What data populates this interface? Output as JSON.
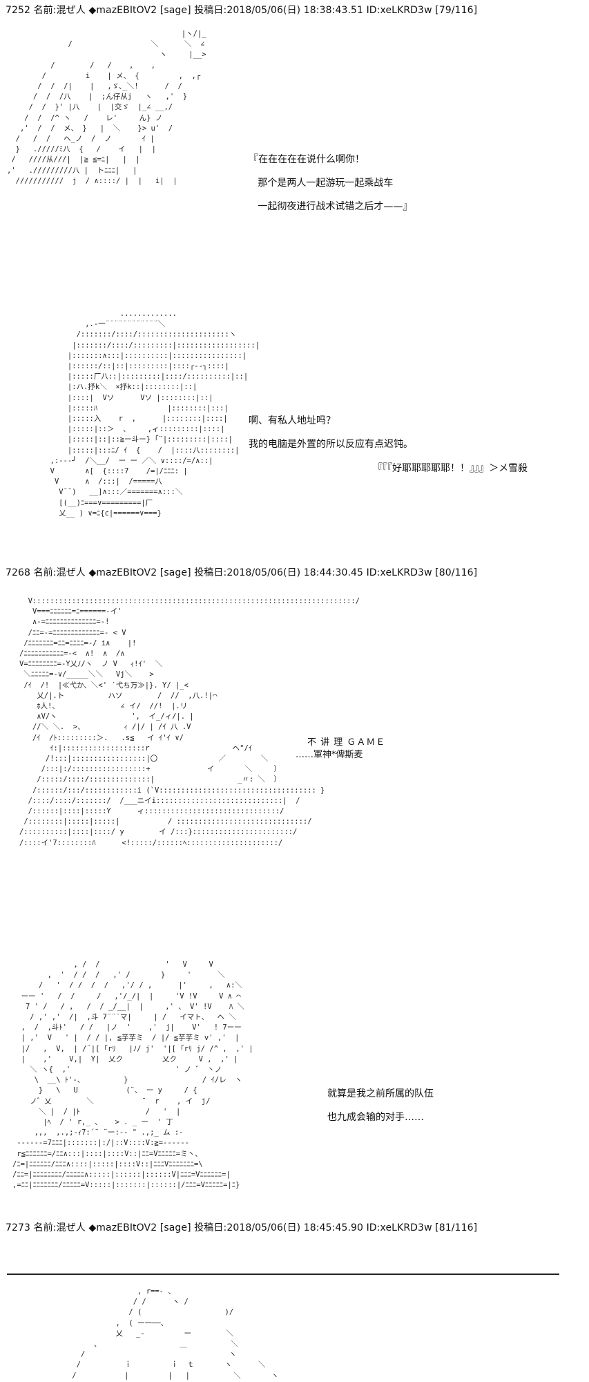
{
  "posts": [
    {
      "header": "7252 名前:混ぜ人 ◆mazEBItOV2 [sage] 投稿日:2018/05/06(日) 18:38:43.51 ID:xeLKRD3w [79/116]"
    },
    {
      "header": "7268 名前:混ぜ人 ◆mazEBItOV2 [sage] 投稿日:2018/05/06(日) 18:44:30.45 ID:xeLKRD3w [80/116]"
    },
    {
      "header": "7273 名前:混ぜ人 ◆mazEBItOV2 [sage] 投稿日:2018/05/06(日) 18:45:45.90 ID:xeLKRD3w [81/116]"
    }
  ],
  "dialogue": {
    "panel1": "『在在在在在说什么啊你！\n   那个是两人一起游玩一起乘战车\n   一起彻夜进行战术试错之后才——』",
    "panel2a": "啊、有私人地址吗？",
    "panel2b": "我的电脑是外置的所以反应有点迟钝。",
    "panel2c": "『『『好耶耶耶耶耶！！』』』＞メ雪殺",
    "panel3a": "不 讲 理 ＧＡＭＥ",
    "panel3b": "……軍神*俾斯麦",
    "panel4a": "就算是我之前所属的队伍",
    "panel4b": "也九成会输的对手……"
  },
  "ascii": {
    "a1": "                                        |ヽ/|_\n              /                  ＼      ＼  ∠\n                                   ヽ     |__>\n          /        /   /    ,    ,\n        /         i    | メ、 {         ,  ,┌\n       /  /  /|    |   ,ゞ､_＼!      /  /\n      /  /  /八    |  ;ん仔从j   ヽ   ,'  }\n     /  /  }' |八    |  |交ゞ  |_∠ __,/\n    /  /  /^ ヽ   /    レ'     ん} ノ\n   ,'  /  /  メ、 }   |  ＼    }> u'  /\n  /   /  /   ヘ_ノ  /  ノ       ｲ |\n  }   ./////ﾐ八  {   /    イ   |  |\n /   ////从///|  |≧ ≦=ﾆ|   |  |\n,'   ./////////八 |  トﾆﾆﾆ|   |\n  ///////////  j  / ∧::::/ |  |   i|  |",
    "a2": "                  .............\n          ,.-一¨¨¨¨¨¨¨¨¨¨¨¨＼\n        /:::::::/::::/:::::::::::::::::::::ヽ\n       |:::::::/::::/:::::::::|::::::::::::::::::|\n      |:::::::∧:::|::::::::::|::::::::::::::::|\n      |::::::/::|::|:::::::::|::::┌‐‐┐::::|\n      |:::::厂八::|:::::::::|::::/::::::::::|::|\n      |:ハ.抒k＼  ×抒k::|::::::::|::|\n      |::::|  Vソ      Vソ |::::::::|::|\n      |:::::ﾊ                |::::::::|:::|\n      |:::::入    r  ,      |::::::::|::::|\n      |:::::|::＞  、    ,ィ:::::::::|::::|\n      |:::::|::|::≧ー斗ー} ｢¨|:::::::::|::::|\n      |:::::|:::ﾆ/ ｲ  {    /  |::::八::::::::|\n  ,:---┘  /＼__/  ー ー ／＼ ∨::::/=/∧::|\n  V       ∧[  {::::7    /=|/ﾆﾆﾆ: |\n   V      ∧  /:::|  /=====八\n    V¯¯)   __]∧:::／=======∧:::＼\n    [(__)ﾆ===∨=========|厂\n    乂__ ) ∨=ﾆ{c|======∨===}",
    "a3": "  V::::::::::::::::::::::::::::::::::::::::::::::::::::::::::::::::::::::::::/\n   V===ﾆﾆﾆﾆﾆﾆ=ﾆ======-イ'\n   ∧-=ﾆﾆﾆﾆﾆﾆﾆﾆﾆﾆﾆﾆﾆﾆ=-!\n  /ﾆﾆ=-=ﾆﾆﾆﾆﾆﾆﾆﾆﾆﾆﾆﾆﾆ=- < V\n /ﾆﾆﾆﾆﾆﾆﾆ=ﾆﾆ=ﾆﾆﾆﾆ=-/ i∧    |!\n/ﾆﾆﾆﾆﾆﾆﾆﾆﾆﾆﾆ=-<  ∧!  ∧  /∧\nV=ﾆﾆﾆﾆﾆﾆﾆﾆ=-Y乂ﾉ/ヽ  ノ V   ｨ!ｲ'  ＼\n ＼ﾆﾆﾆﾆﾆ=-∨/_____＼＼   Vj＼    >\n /ｲ  /!  |≪弋か、＼<' ′弋ち万≫|}. Y/ |_<\n    乂/|.ト          ハソ        /  //  ,八.!|⌒\n    ﾎ人!、              ∠ イ/  //!  |.リ\n    ∧V/ヽ                 ',  イ_/ィ/|. |\n   //＼ ＼.  >、         ｨ /|/ | /ｲ 八 .V\n   /ｲ  /ﾄ:::::::::＞.   .s≦   イ ｲ'ｲ ∨/\n       ｲ:|:::::::::::::::::::r                   ヘ\"/ｲ\n      /!:::|:::::::::::::::::|〇              ／        ＼\n     /:::|:/:::::::::::::::::+             イ       ＼     ）\n    /:::::/::::/::::::::::::::|                   _〃: ＼  ）\n   /::::::/:::/::::::::::::i (`V:::::::::::::::::::::::::::::::::::: }\n  /::::/::::/:::::::/  /___ニイi:::::::::::::::::::::::::::::|  /\n  /::::::|::::|:::::Y      ィ:::::::::::::::::::::::::::::::/\n /::::::::|:::::|:::::|           / ::::::::::::::::::::::::::::::/\n/::::::::::|::::|::::/ y        イ /:::}:::::::::::::::::::::::/\n/::::イ'7::::::::ﾊ      <!:::::/::::::ﾍ:::::::::::::::::::::/",
    "a4": "              , /  /               '   V     V\n        ,  '  / /  /   ,' /       }     '      ＼\n      /   '  / /  /  /   ,'/ / ,      |'     ,   ∧:＼\n  ーー '   /  /     /   ,'/_/|  |     'V !V     V ∧ ⌒\n   7 ' /   / ,   /  / _/__|  |     ,' 、 V' !V    ﾊ ＼\n    / ,' ,'  /|  ,斗 7¨¨¨マ|     | /   イマト、  ヘ ＼\n  ,  /  ,斗ﾄ'   / /   |ノ  '    ,'  j|    V'   ! 7ーー\n  | ,'  V   ' |  / / |, ≦芋芋ミ  / |/ ≦芋芋ミ v' ,'  |\n  |/   ,  V,  | /¨|[ ｢rﾘ   |ﾉ/ j'  '|[ ｢rﾘ j/ /^ ,  ,' |\n  |    ,'    V,|  Y|  乂ク         乂ク     V ,  ,' |\n    ＼ ヽ{  ,'                        ' ノ ゛ 丶ノ\n     \\  __\\ ﾄ'-、         }                 / ｲ/レ  ヽ\n      }   \\   U           (¨、 ー y     / {\n    ノ゛乂        ＼           ¨  r    , イ  j/\n      ＼ |  / |ﾄ               /   '  |\n       |ﾍ  / ' r,_ 、   > . _ ー  ' 丁\n     ,,,  ,.,;-ｨ7:´¨ ¨ー:-- \" .,;_ ム :-\n ------=7ﾆﾆﾆ|:::::::|:/|::V::::V:≧=------\n r≦ﾆﾆﾆﾆﾆﾆ=/ﾆﾆ∧:::|::::|::::V::|ﾆﾆ=Vﾆﾆﾆﾆﾆ=ミ丶、\n/ﾆ=|ﾆﾆﾆﾆﾆﾆ/ﾆﾆﾆ∧::::|:::::|::::V::|ﾆﾆﾆVﾆﾆﾆﾆﾆﾆﾆ=\\\n/ﾆﾆ=|ﾆﾆﾆﾆﾆﾆﾆﾆ/ﾆﾆﾆﾆﾆ∧:::::|::::::|::::::V|ﾆﾆﾆ=Vﾆﾆﾆﾆﾆﾆ=|\n,=ﾆﾆ|ﾆﾆﾆﾆﾆﾆﾆ/ﾆﾆﾆﾆﾆ=V:::::|:::::::|::::::|/ﾆﾆﾆ=Vﾆﾆﾆﾆﾆ=|ﾆ}",
    "a5": "                      , r==- 、\n                     / /      ヽ /\n                    / (                   )/\n                 ,  ( ー一──、\n                 乂   _-         ー        ＼\n            、                  ＿          ＼\n         /                                 ヽ\n        /          ｉ         ｉ  ｔ       ヽ      ＼\n       /           |         |   |          ＼       ヽ"
  }
}
